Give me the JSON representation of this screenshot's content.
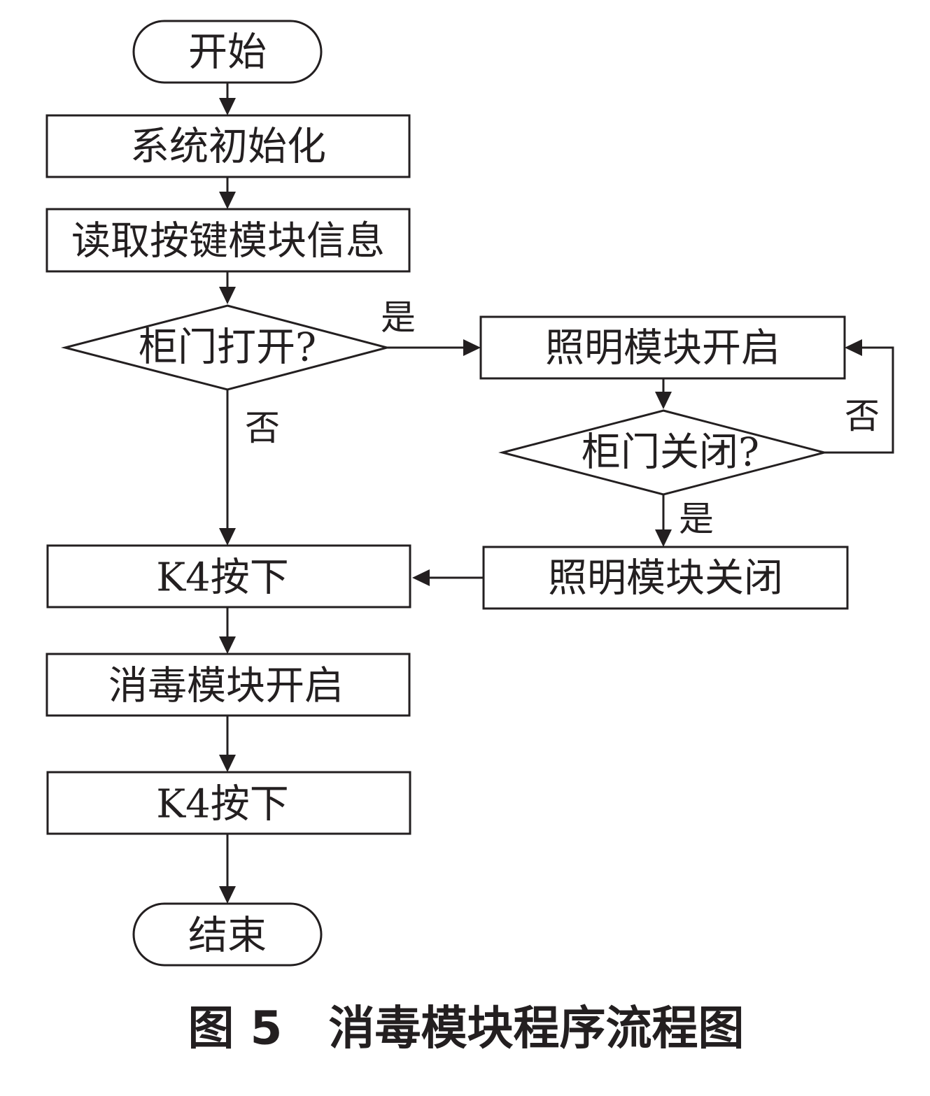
{
  "nodes": {
    "start": "开始",
    "init": "系统初始化",
    "read_keys": "读取按键模块信息",
    "door_open": "柜门打开?",
    "light_on": "照明模块开启",
    "door_closed": "柜门关闭?",
    "light_off": "照明模块关闭",
    "k4_first": "K4按下",
    "disinfect_on": "消毒模块开启",
    "k4_second": "K4按下",
    "end": "结束"
  },
  "edge_labels": {
    "door_open_yes": "是",
    "door_open_no": "否",
    "door_closed_no": "否",
    "door_closed_yes": "是"
  },
  "caption": "图 5　消毒模块程序流程图",
  "colors": {
    "stroke": "#231f20",
    "background": "#ffffff"
  }
}
